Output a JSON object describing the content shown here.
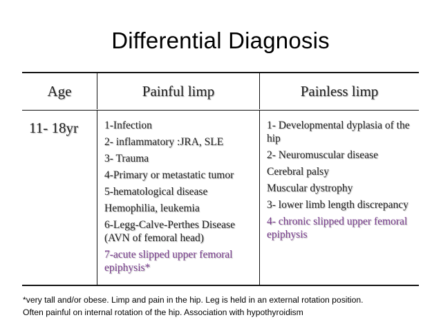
{
  "title": "Differential Diagnosis",
  "table": {
    "headers": [
      "Age",
      "Painful limp",
      "Painless limp"
    ],
    "age": "11- 18yr",
    "painful": [
      {
        "text": "1-Infection",
        "accent": false
      },
      {
        "text": "2- inflammatory :JRA, SLE",
        "accent": false
      },
      {
        "text": "3- Trauma",
        "accent": false
      },
      {
        "text": "4-Primary or metastatic tumor",
        "accent": false
      },
      {
        "text": "5-hematological disease",
        "accent": false
      },
      {
        "text": "Hemophilia, leukemia",
        "accent": false
      },
      {
        "text": "6-Legg-Calve-Perthes Disease (AVN of femoral head)",
        "accent": false
      },
      {
        "text": "7-acute slipped upper femoral epiphysis*",
        "accent": true
      }
    ],
    "painless": [
      {
        "text": "1- Developmental dyplasia of the hip",
        "accent": false
      },
      {
        "text": "2- Neuromuscular disease",
        "accent": false
      },
      {
        "text": "Cerebral palsy",
        "accent": false
      },
      {
        "text": "Muscular dystrophy",
        "accent": false
      },
      {
        "text": "3- lower limb length discrepancy",
        "accent": false
      },
      {
        "text": "4- chronic slipped upper femoral epiphysis",
        "accent": true
      }
    ]
  },
  "footnote": {
    "line1": "*very tall and/or obese. Limp and pain in the hip. Leg is held in an external rotation position.",
    "line2": "Often painful on internal rotation of the hip. Association with hypothyroidism"
  },
  "colors": {
    "accent": "#7a3d8f",
    "text": "#222222",
    "rule": "#111111"
  }
}
